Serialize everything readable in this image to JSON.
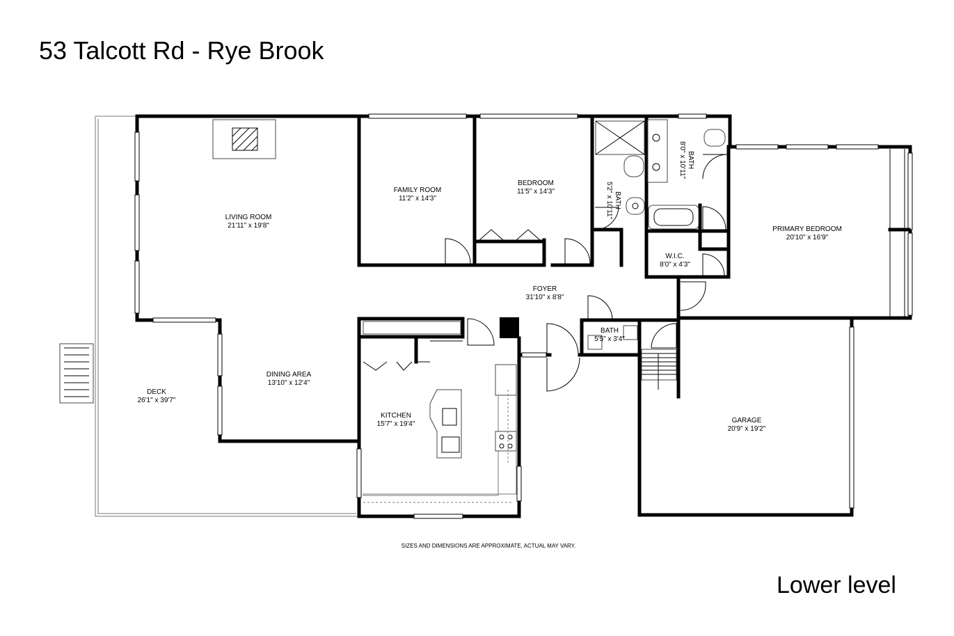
{
  "title": "53 Talcott Rd - Rye Brook",
  "level": "Lower level",
  "disclaimer": "SIZES AND DIMENSIONS ARE APPROXIMATE, ACTUAL MAY VARY.",
  "rooms": {
    "living_room": {
      "name": "LIVING ROOM",
      "dims": "21'11\" x 19'8\""
    },
    "family_room": {
      "name": "FAMILY ROOM",
      "dims": "11'2\" x 14'3\""
    },
    "bedroom": {
      "name": "BEDROOM",
      "dims": "11'5\" x 14'3\""
    },
    "bath_hall": {
      "name": "BATH",
      "dims": "5'2\" x 10'11\""
    },
    "bath_primary": {
      "name": "BATH",
      "dims": "8'0\" x 10'11\""
    },
    "primary_bedroom": {
      "name": "PRIMARY BEDROOM",
      "dims": "20'10\" x 16'9\""
    },
    "wic": {
      "name": "W.I.C.",
      "dims": "8'0\" x 4'3\""
    },
    "foyer": {
      "name": "FOYER",
      "dims": "31'10\" x 8'8\""
    },
    "bath_half": {
      "name": "BATH",
      "dims": "5'5\" x 3'4\""
    },
    "deck": {
      "name": "DECK",
      "dims": "26'1\" x 39'7\""
    },
    "dining_area": {
      "name": "DINING AREA",
      "dims": "13'10\" x 12'4\""
    },
    "kitchen": {
      "name": "KITCHEN",
      "dims": "15'7\" x 19'4\""
    },
    "garage": {
      "name": "GARAGE",
      "dims": "20'9\" x 19'2\""
    }
  }
}
